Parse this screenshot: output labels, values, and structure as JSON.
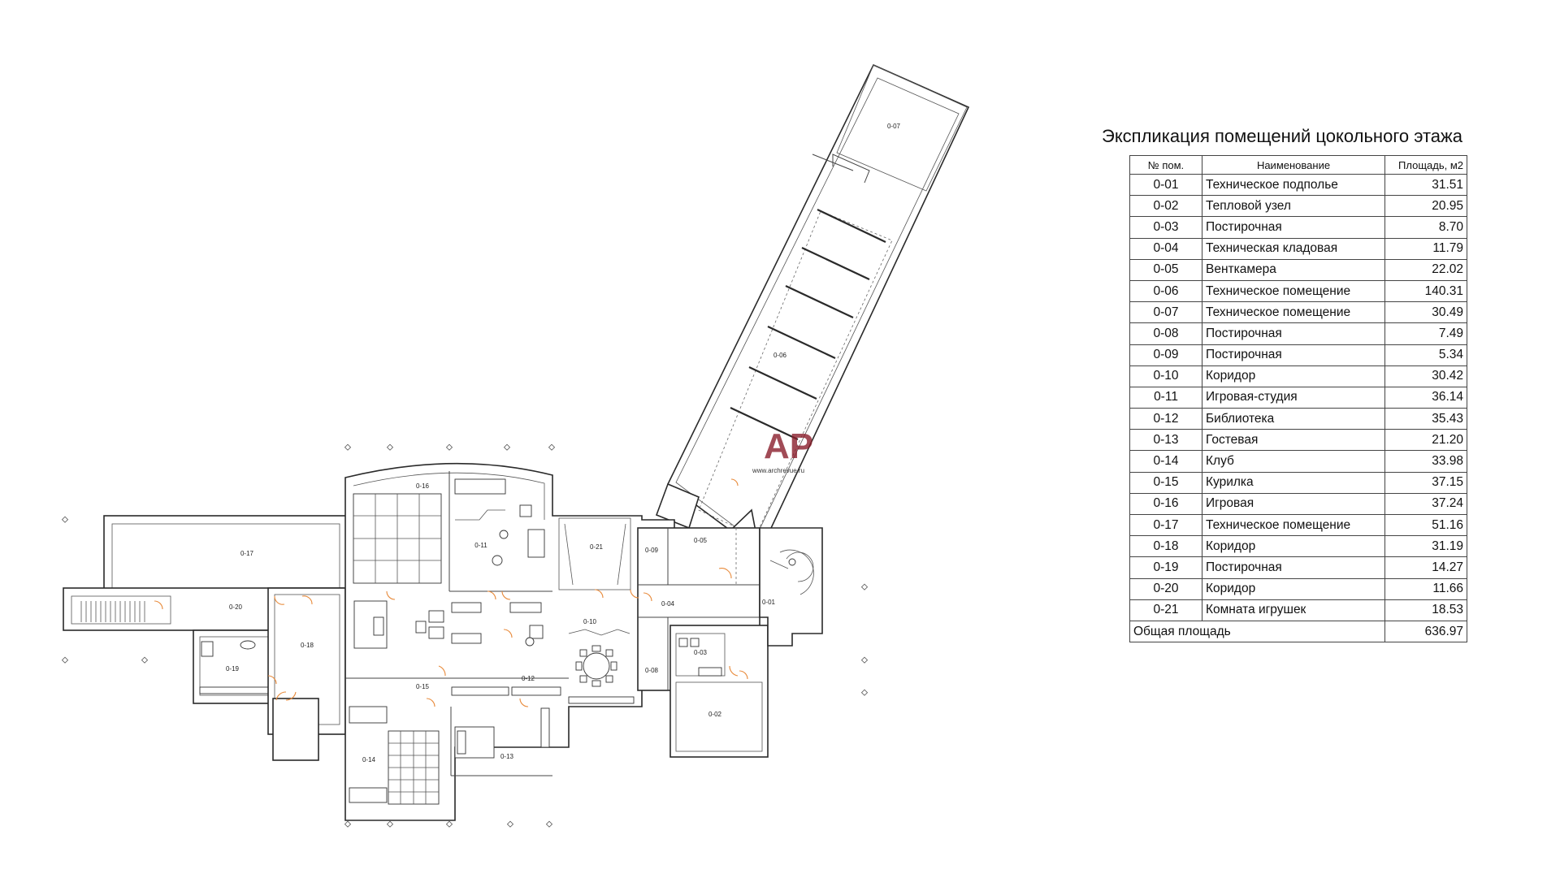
{
  "explication": {
    "title": "Экспликация помещений цокольного этажа",
    "headers": {
      "num": "№ пом.",
      "name": "Наименование",
      "area": "Площадь, м2"
    },
    "rows": [
      {
        "num": "0-01",
        "name": "Техническое подполье",
        "area": "31.51"
      },
      {
        "num": "0-02",
        "name": "Тепловой узел",
        "area": "20.95"
      },
      {
        "num": "0-03",
        "name": "Постирочная",
        "area": "8.70"
      },
      {
        "num": "0-04",
        "name": "Техническая кладовая",
        "area": "11.79"
      },
      {
        "num": "0-05",
        "name": "Венткамера",
        "area": "22.02"
      },
      {
        "num": "0-06",
        "name": "Техническое помещение",
        "area": "140.31"
      },
      {
        "num": "0-07",
        "name": "Техническое помещение",
        "area": "30.49"
      },
      {
        "num": "0-08",
        "name": "Постирочная",
        "area": "7.49"
      },
      {
        "num": "0-09",
        "name": "Постирочная",
        "area": "5.34"
      },
      {
        "num": "0-10",
        "name": "Коридор",
        "area": "30.42"
      },
      {
        "num": "0-11",
        "name": "Игровая-студия",
        "area": "36.14"
      },
      {
        "num": "0-12",
        "name": "Библиотека",
        "area": "35.43"
      },
      {
        "num": "0-13",
        "name": "Гостевая",
        "area": "21.20"
      },
      {
        "num": "0-14",
        "name": "Клуб",
        "area": "33.98"
      },
      {
        "num": "0-15",
        "name": "Курилка",
        "area": "37.15"
      },
      {
        "num": "0-16",
        "name": "Игровая",
        "area": "37.24"
      },
      {
        "num": "0-17",
        "name": "Техническое помещение",
        "area": "51.16"
      },
      {
        "num": "0-18",
        "name": "Коридор",
        "area": "31.19"
      },
      {
        "num": "0-19",
        "name": "Постирочная",
        "area": "14.27"
      },
      {
        "num": "0-20",
        "name": "Коридор",
        "area": "11.66"
      },
      {
        "num": "0-21",
        "name": "Комната игрушек",
        "area": "18.53"
      }
    ],
    "total": {
      "label": "Общая площадь",
      "area": "636.97"
    }
  },
  "plan": {
    "room_labels": {
      "r01": "0-01",
      "r02": "0-02",
      "r03": "0-03",
      "r04": "0-04",
      "r05": "0-05",
      "r06": "0-06",
      "r07": "0-07",
      "r08": "0-08",
      "r09": "0-09",
      "r10": "0-10",
      "r11": "0-11",
      "r12": "0-12",
      "r13": "0-13",
      "r14": "0-14",
      "r15": "0-15",
      "r16": "0-16",
      "r17": "0-17",
      "r18": "0-18",
      "r19": "0-19",
      "r20": "0-20",
      "r21": "0-21"
    },
    "watermark": {
      "logo": "AP",
      "url": "www.archrevue.ru",
      "color": "#8a1f2c"
    }
  }
}
